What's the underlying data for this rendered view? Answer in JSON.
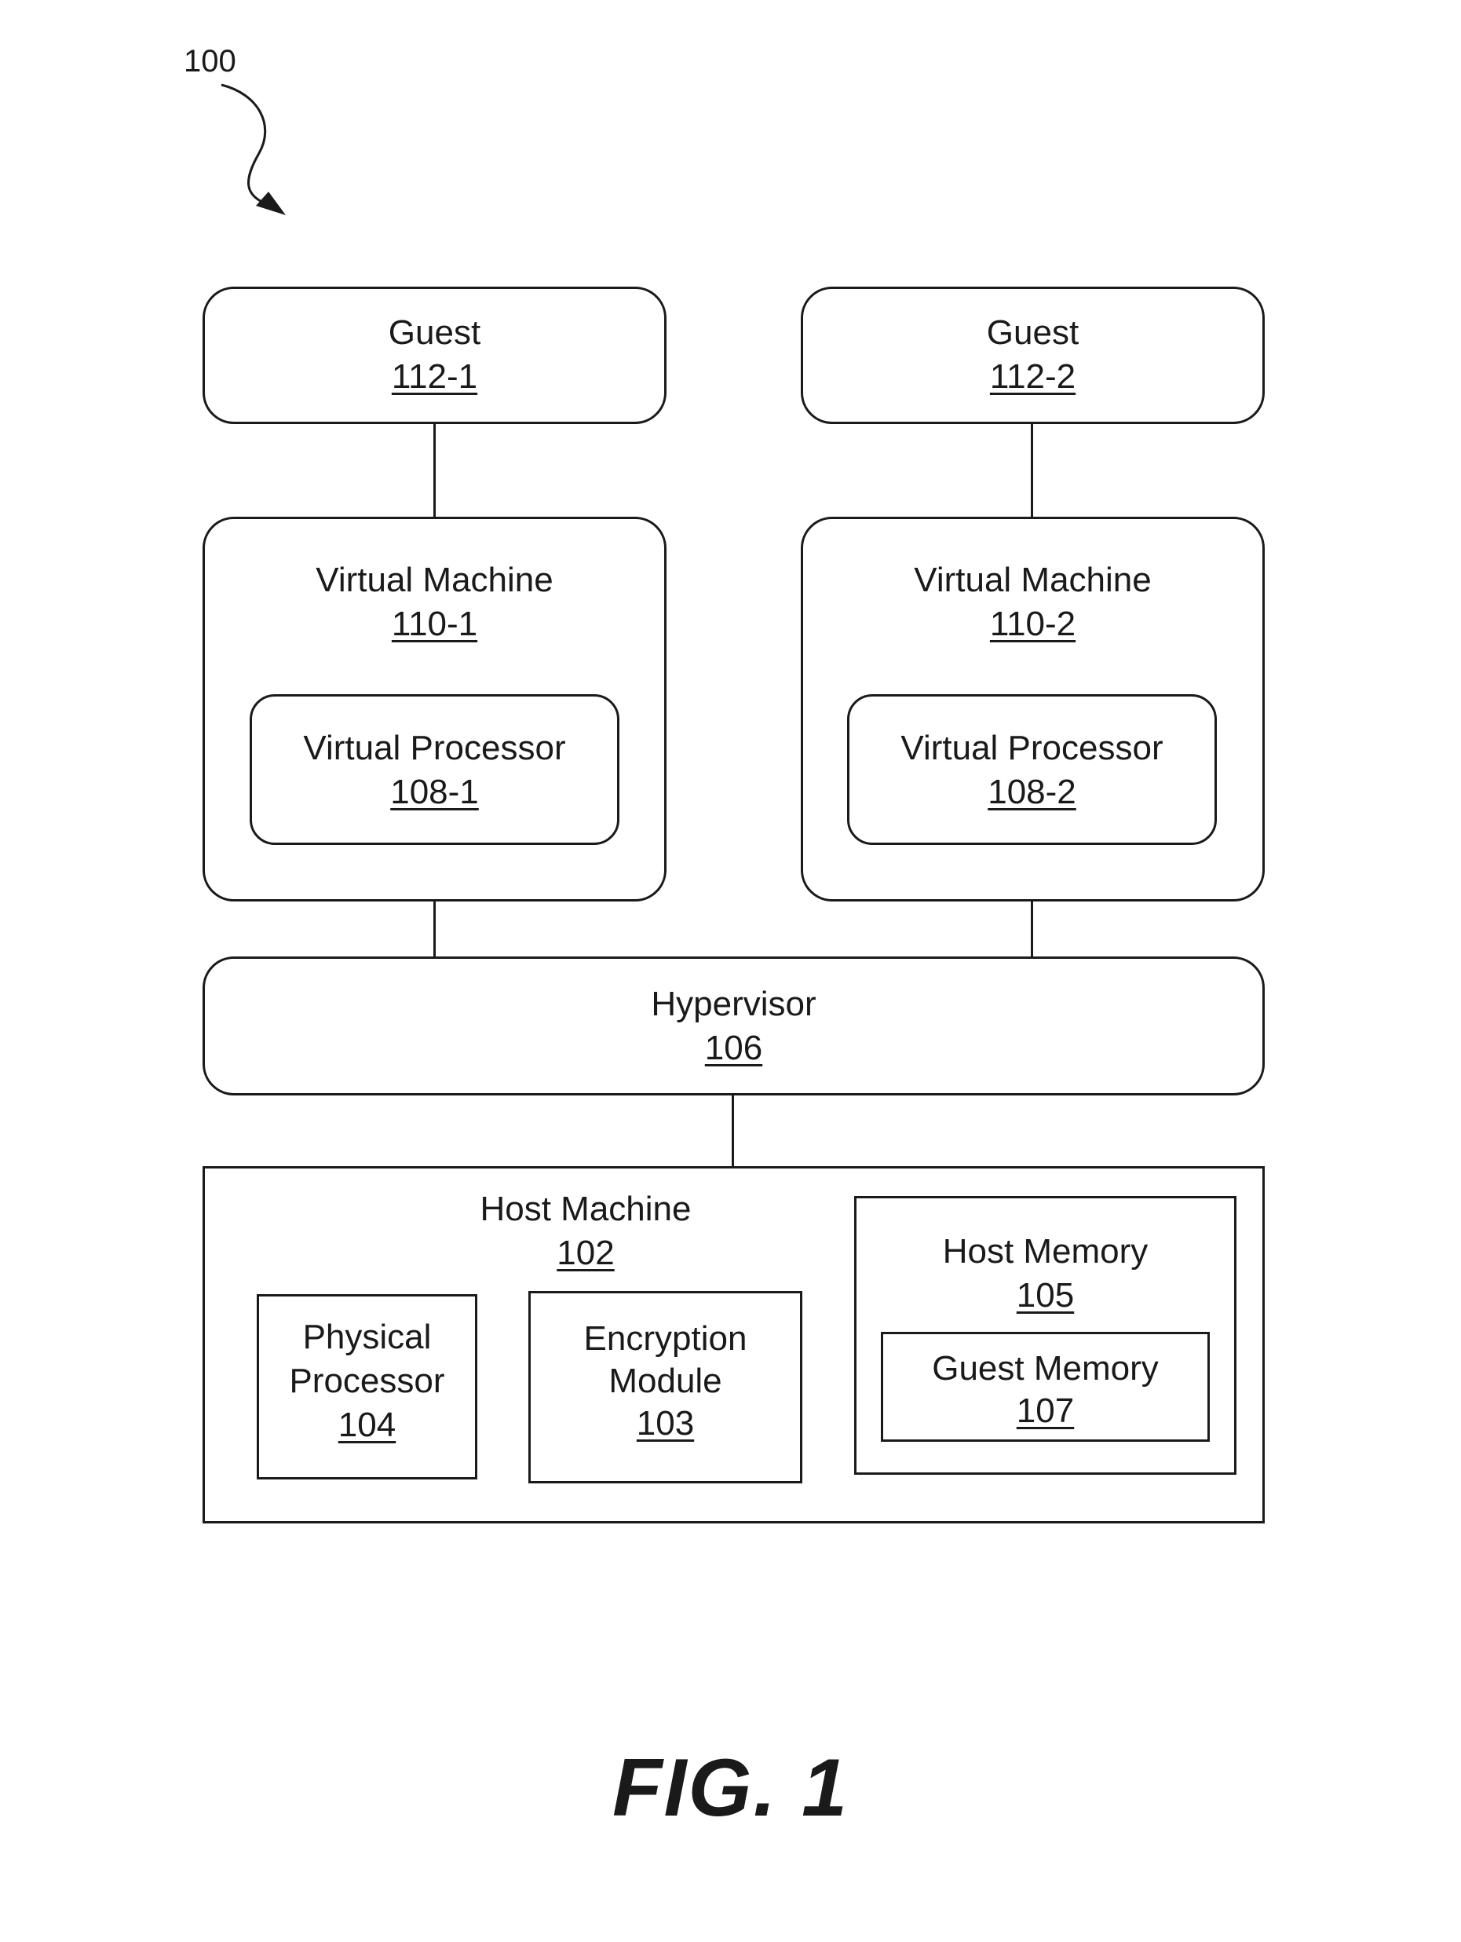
{
  "figure_ref": "100",
  "guest_1": {
    "title": "Guest",
    "ref": "112-1"
  },
  "guest_2": {
    "title": "Guest",
    "ref": "112-2"
  },
  "vm_1": {
    "title": "Virtual Machine",
    "ref": "110-1"
  },
  "vm_2": {
    "title": "Virtual Machine",
    "ref": "110-2"
  },
  "vproc_1": {
    "title": "Virtual Processor",
    "ref": "108-1"
  },
  "vproc_2": {
    "title": "Virtual Processor",
    "ref": "108-2"
  },
  "hypervisor": {
    "title": "Hypervisor",
    "ref": "106"
  },
  "host_machine": {
    "title": "Host Machine",
    "ref": "102"
  },
  "physical_processor": {
    "line1": "Physical",
    "line2": "Processor",
    "ref": "104"
  },
  "encryption_module": {
    "line1": "Encryption",
    "line2": "Module",
    "ref": "103"
  },
  "host_memory": {
    "title": "Host Memory",
    "ref": "105"
  },
  "guest_memory": {
    "title": "Guest Memory",
    "ref": "107"
  },
  "figure_caption": "FIG. 1"
}
